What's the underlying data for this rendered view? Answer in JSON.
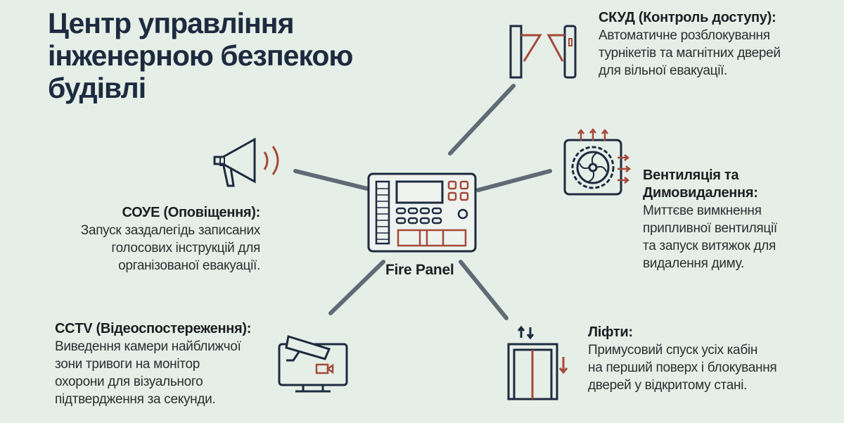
{
  "title": {
    "line1": "Центр управління",
    "line2": "інженерною безпекою",
    "line3": "будівлі"
  },
  "center": {
    "label": "Fire Panel",
    "icon": "fire-panel-icon"
  },
  "colors": {
    "background": "#e6efe7",
    "navy": "#1d2b40",
    "accent": "#a5493a",
    "connector": "#5f6b75"
  },
  "nodes": {
    "skud": {
      "heading": "СКУД (Контроль доступу):",
      "lines": [
        "Автоматичне розблокування",
        "турнікетів та магнітних дверей",
        "для вільної евакуації."
      ],
      "icon": "turnstile-icon"
    },
    "vent": {
      "heading1": "Вентиляція та",
      "heading2": "Димовидалення:",
      "lines": [
        "Миттєве вимкнення",
        "припливної вентиляції",
        "та запуск витяжок для",
        "видалення диму."
      ],
      "icon": "fan-icon"
    },
    "soue": {
      "heading": "СОУЕ (Оповіщення):",
      "lines": [
        "Запуск заздалегідь записаних",
        "голосових інструкцій для",
        "організованої евакуації."
      ],
      "icon": "megaphone-icon"
    },
    "cctv": {
      "heading": "CCTV (Відеоспостереження):",
      "lines": [
        "Виведення камери найближчої",
        "зони тривоги на монітор",
        "охорони для візуального",
        "підтвердження за секунди."
      ],
      "icon": "cctv-monitor-icon"
    },
    "lifts": {
      "heading": "Ліфти:",
      "lines": [
        "Примусовий спуск усіх кабін",
        "на перший поверх і блокування",
        "дверей у відкритому стані."
      ],
      "icon": "elevator-icon"
    }
  }
}
